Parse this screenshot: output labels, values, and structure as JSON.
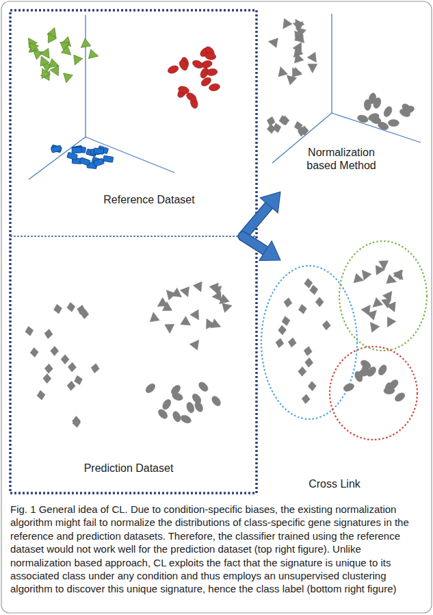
{
  "diagram": {
    "caption": "Fig. 1 General idea of CL. Due to condition-specific biases, the existing normalization algorithm might fail to normalize the distributions of class-specific gene signatures in the reference and prediction datasets. Therefore, the classifier trained using the reference dataset would not work well for the prediction dataset (top right figure). Unlike normalization based approach, CL exploits the fact that the signature is unique to its associated class under any condition and thus employs an unsupervised clustering algorithm to discover this unique signature, hence the class label (bottom right figure)",
    "nodes": [
      {
        "text": [
          "Reference Dataset"
        ]
      },
      {
        "text": [
          "Prediction Dataset"
        ]
      },
      {
        "text": [
          "Normalization based Method"
        ]
      },
      {
        "text": [
          "Cross Link"
        ]
      }
    ],
    "edges": [
      {
        "from": 0,
        "to": 2,
        "arrow": "to"
      },
      {
        "from": 0,
        "to": 3,
        "arrow": "to"
      }
    ]
  }
}
